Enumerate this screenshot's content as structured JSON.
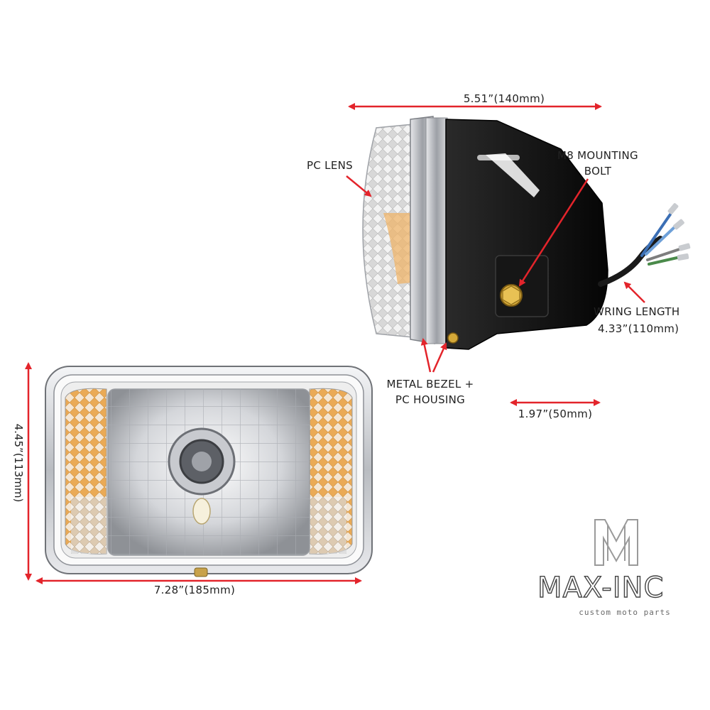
{
  "dimensions": {
    "front_height": "4.45”(113mm)",
    "front_width": "7.28”(185mm)",
    "side_depth": "5.51”(140mm)",
    "mount_offset": "1.97”(50mm)"
  },
  "callouts": {
    "pc_lens": "PC LENS",
    "mounting_bolt_line1": "M8 MOUNTING",
    "mounting_bolt_line2": "BOLT",
    "wiring_line1": "WRING LENGTH",
    "wiring_line2": "4.33”(110mm)",
    "bezel_line1": "METAL BEZEL +",
    "bezel_line2": "PC HOUSING"
  },
  "brand": {
    "name": "MAX-INC",
    "tagline": "custom moto parts"
  },
  "colors": {
    "arrow": "#e3242b",
    "chrome": "#c9ccd0",
    "housing": "#1a1a1a",
    "amber": "#e8a040"
  }
}
